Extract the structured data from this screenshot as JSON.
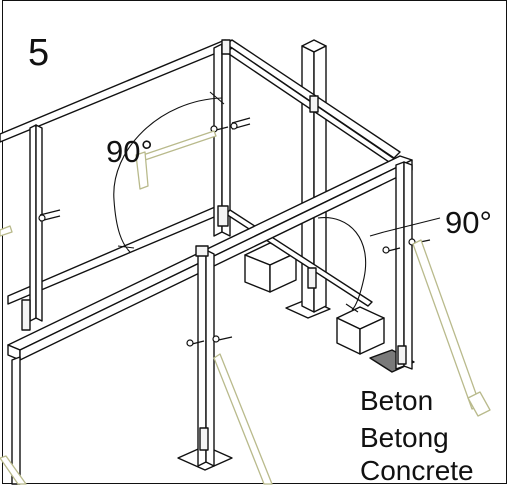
{
  "step": {
    "number": "5"
  },
  "angles": {
    "left": "90°",
    "right": "90°"
  },
  "foundation": {
    "line1": "Beton",
    "line2": "Betong",
    "line3": "Concrete"
  },
  "colors": {
    "line": "#111111",
    "slab": "#7a7a7a",
    "prop": "#b9ba8c",
    "paper": "#ffffff"
  }
}
